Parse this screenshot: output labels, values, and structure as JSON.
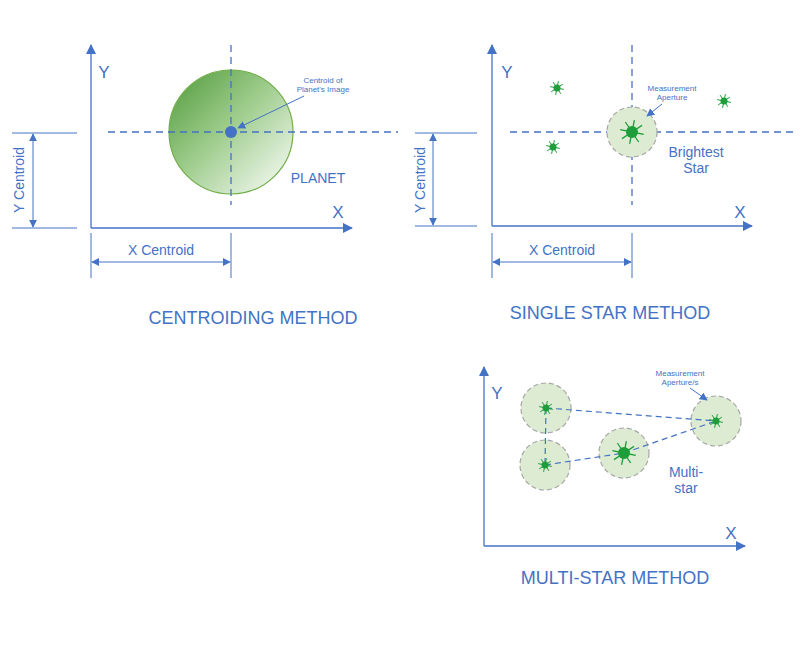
{
  "diagram": {
    "labels": [
      "Y",
      "Centroid of Planet's Image",
      "PLANET",
      "Y Centroid",
      "X",
      "X Centroid",
      "CENTROIDING METHOD",
      "Y",
      "Measurement Aperture",
      "Brightest Star",
      "Y Centroid",
      "X",
      "X Centroid",
      "SINGLE STAR METHOD",
      "Y",
      "Measurement Aperture/s",
      "Multi-star",
      "X",
      "MULTI-STAR METHOD"
    ]
  }
}
